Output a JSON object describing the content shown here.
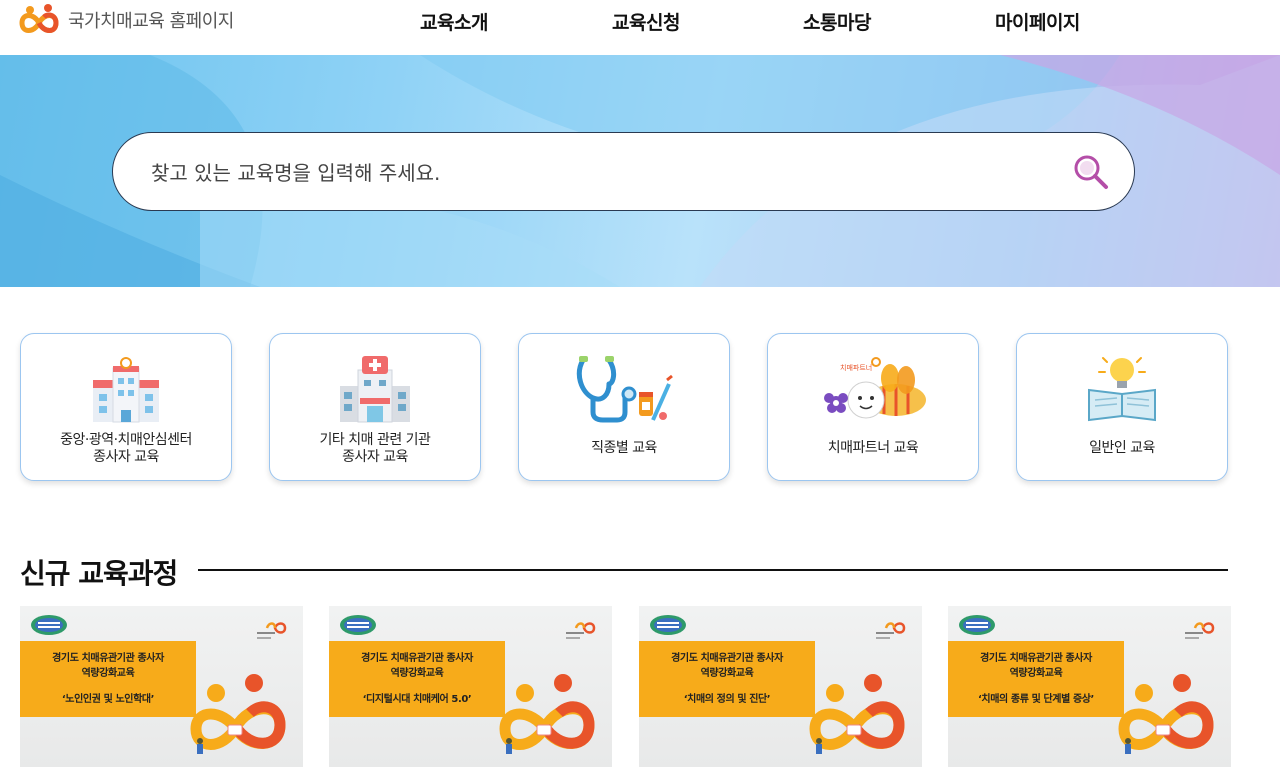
{
  "header": {
    "site_name": "국가치매교육 홈페이지",
    "nav": [
      "교육소개",
      "교육신청",
      "소통마당",
      "마이페이지"
    ]
  },
  "search": {
    "placeholder": "찾고 있는 교육명을 입력해 주세요.",
    "icon": "search-icon"
  },
  "categories": [
    {
      "label": "중앙·광역·치매안심센터\n종사자 교육",
      "icon": "dementia-center-building-icon"
    },
    {
      "label": "기타 치매 관련 기관\n종사자 교육",
      "icon": "hospital-building-icon"
    },
    {
      "label": "직종별 교육",
      "icon": "stethoscope-medicine-icon"
    },
    {
      "label": "치매파트너 교육",
      "icon": "bee-partner-icon"
    },
    {
      "label": "일반인 교육",
      "icon": "lightbulb-book-icon"
    }
  ],
  "new_courses": {
    "title": "신규 교육과정",
    "items": [
      {
        "line1": "경기도 치매유관기관 종사자",
        "line2": "역량강화교육",
        "subtitle": "‘노인인권 및 노인학대’"
      },
      {
        "line1": "경기도 치매유관기관 종사자",
        "line2": "역량강화교육",
        "subtitle": "‘디지털시대 치매케어 5.0’"
      },
      {
        "line1": "경기도 치매유관기관 종사자",
        "line2": "역량강화교육",
        "subtitle": "‘치매의 정의 및 진단’"
      },
      {
        "line1": "경기도 치매유관기관 종사자",
        "line2": "역량강화교육",
        "subtitle": "‘치매의 종류 및 단계별 증상’"
      }
    ]
  },
  "colors": {
    "brand_orange": "#f39a1e",
    "brand_red": "#e8542a",
    "card_border": "#9cc6f0",
    "course_band": "#f7ab1a"
  }
}
